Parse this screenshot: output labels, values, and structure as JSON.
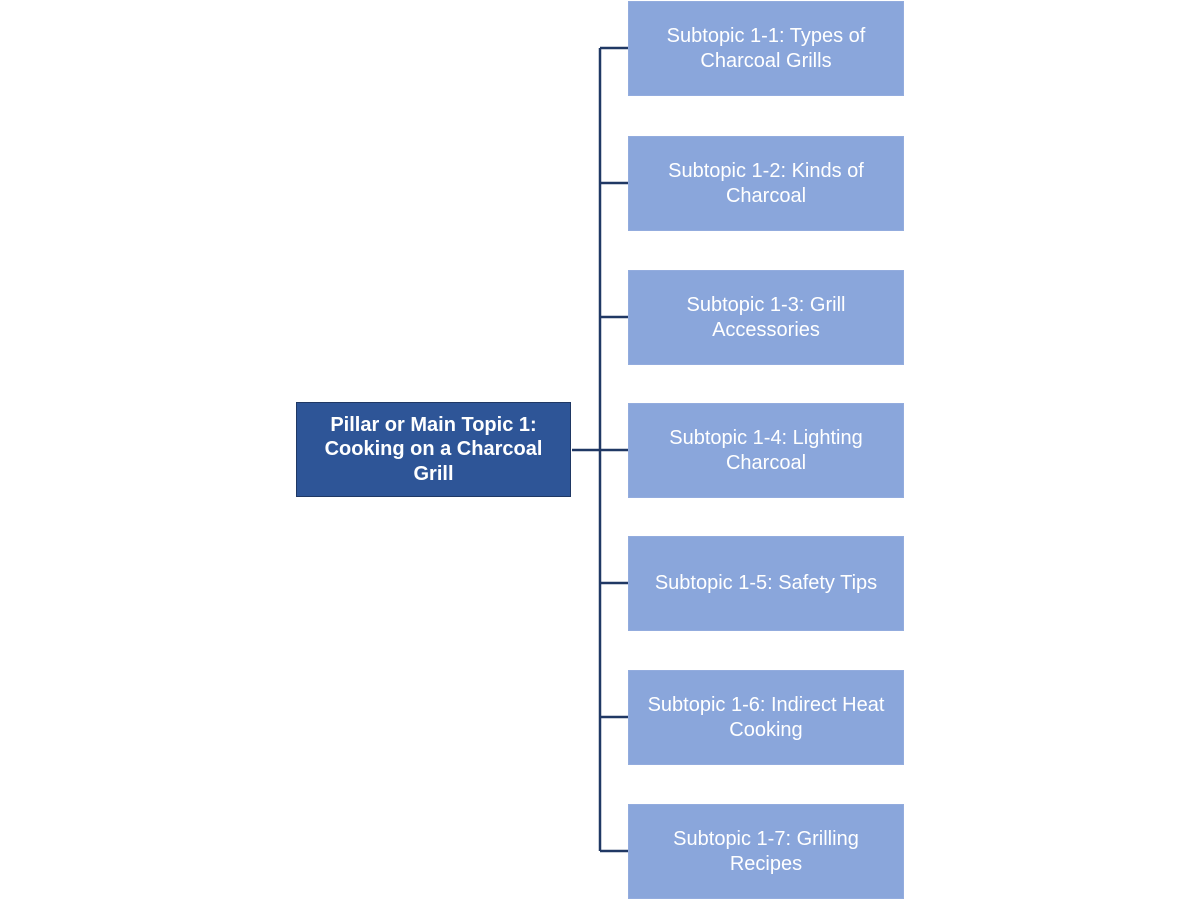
{
  "diagram": {
    "type": "tree-hierarchy",
    "orientation": "left-to-right",
    "background_color": "#FFFFFF",
    "connector_color": "#203864",
    "main_node": {
      "id": "pillar-1",
      "label": "Pillar or Main Topic 1:\nCooking on a Charcoal Grill",
      "line_1": "Pillar or Main Topic 1:",
      "line_2": "Cooking on a Charcoal Grill",
      "fill_color": "#2E5597",
      "border_color": "#1F3864",
      "text_color": "#FFFFFF"
    },
    "subtopic_style": {
      "fill_color": "#8AA6DB",
      "border_color": "#93ACDE",
      "text_color": "#FFFFFF"
    },
    "subtopics": [
      {
        "id": "subtopic-1-1",
        "label": "Subtopic 1-1:  Types of\nCharcoal Grills",
        "number": "1-1",
        "title": "Types of Charcoal Grills"
      },
      {
        "id": "subtopic-1-2",
        "label": "Subtopic 1-2:  Kinds of\nCharcoal",
        "number": "1-2",
        "title": "Kinds of Charcoal"
      },
      {
        "id": "subtopic-1-3",
        "label": "Subtopic 1-3:  Grill\nAccessories",
        "number": "1-3",
        "title": "Grill Accessories"
      },
      {
        "id": "subtopic-1-4",
        "label": "Subtopic 1-4:  Lighting\nCharcoal",
        "number": "1-4",
        "title": "Lighting Charcoal"
      },
      {
        "id": "subtopic-1-5",
        "label": "Subtopic 1-5:  Safety Tips",
        "number": "1-5",
        "title": "Safety Tips"
      },
      {
        "id": "subtopic-1-6",
        "label": "Subtopic 1-6:  Indirect Heat\nCooking",
        "number": "1-6",
        "title": "Indirect Heat Cooking"
      },
      {
        "id": "subtopic-1-7",
        "label": "Subtopic 1-7:  Grilling\nRecipes",
        "number": "1-7",
        "title": "Grilling Recipes"
      }
    ]
  }
}
